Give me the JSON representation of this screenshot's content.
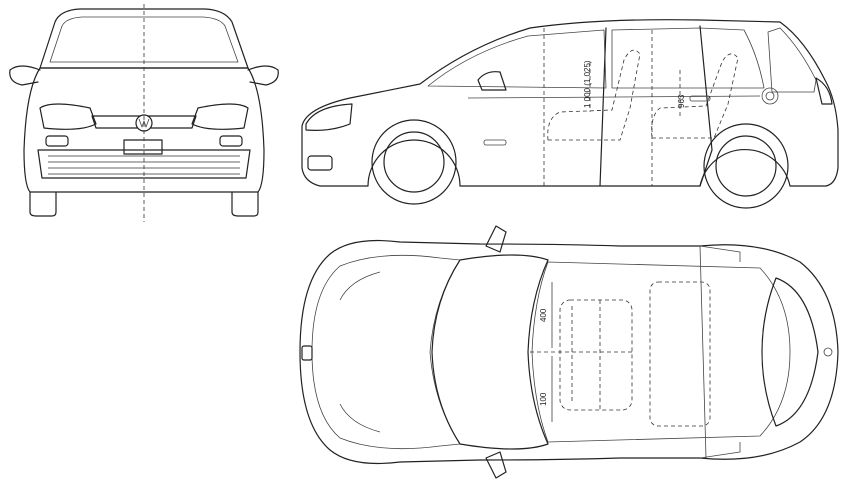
{
  "dimensions": {
    "front_seat_height": "1 000 (1 025)",
    "rear_seat_height": "963",
    "front_shoulder": "400",
    "rear_shoulder": "100"
  },
  "colors": {
    "line": "#222222",
    "background": "#ffffff"
  },
  "icons": [
    "emblem-icon",
    "mirror-icon",
    "wheel-icon",
    "headlight-icon",
    "fuel-cap-icon"
  ]
}
